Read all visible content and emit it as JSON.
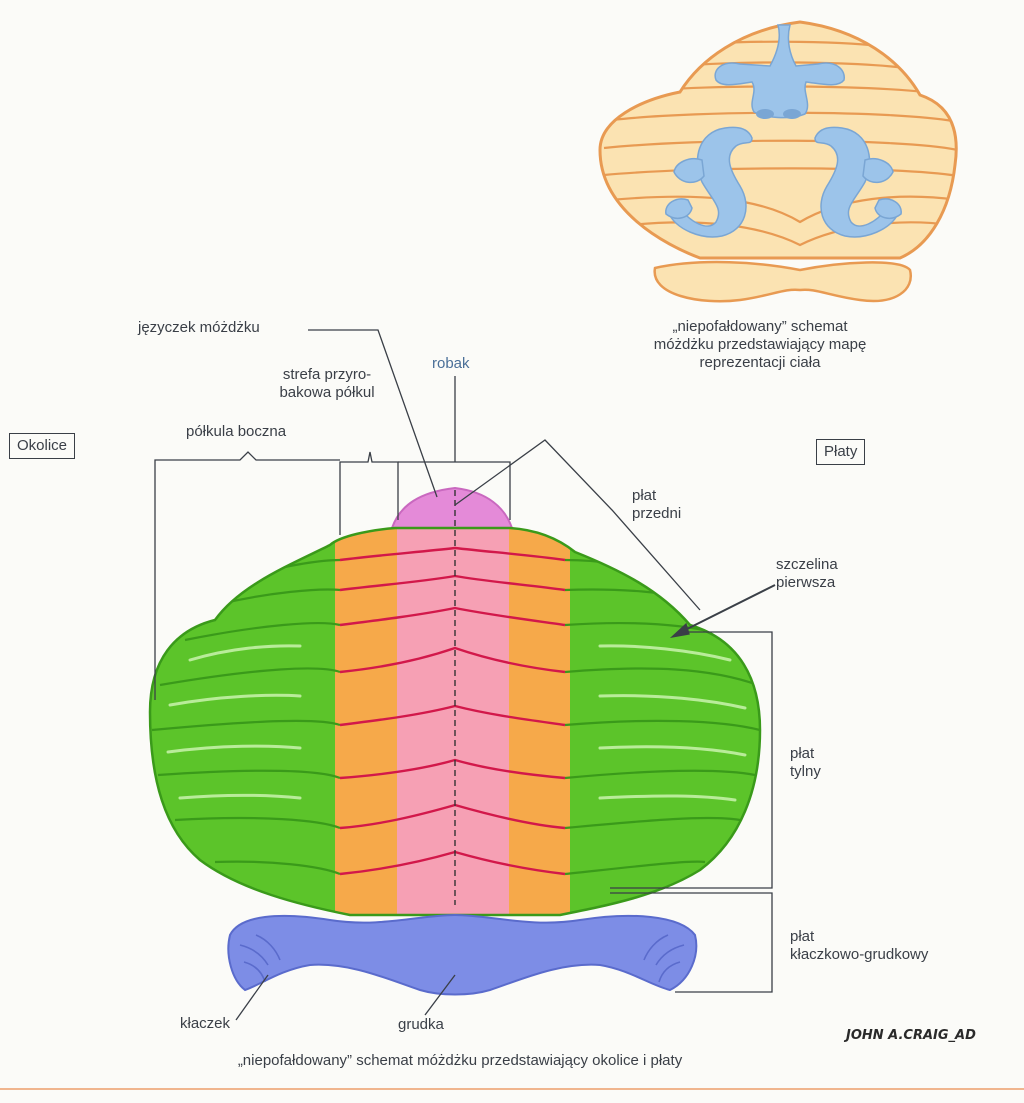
{
  "labels": {
    "jezyczek": "języczek móżdżku",
    "strefa_1": "strefa przyro-",
    "strefa_2": "bakowa półkul",
    "robak": "robak",
    "polkula": "półkula boczna",
    "okolice": "Okolice",
    "platy": "Płaty",
    "plat_przedni_1": "płat",
    "plat_przedni_2": "przedni",
    "szczelina_1": "szczelina",
    "szczelina_2": "pierwsza",
    "plat_tylny_1": "płat",
    "plat_tylny_2": "tylny",
    "plat_klacz_1": "płat",
    "plat_klacz_2": "kłaczkowo-grudkowy",
    "klaczek": "kłaczek",
    "grudka": "grudka"
  },
  "inset_caption": {
    "line1": "„niepofałdowany” schemat",
    "line2": "móżdżku przedstawiający mapę",
    "line3": "reprezentacji ciała"
  },
  "caption": "„niepofałdowany” schemat móżdżku przedstawiający okolice i płaty",
  "signature": "JOHN A.CRAIG_AD",
  "colors": {
    "hemisphere": "#5cc42a",
    "paravermal": "#f6a94a",
    "vermis": "#f6a0b4",
    "flocculonodular": "#7d8de6",
    "lingula": "#e48ad8",
    "inset_fill": "#fbe3b2",
    "inset_outline": "#e89a52",
    "inset_figure": "#9cc4ea"
  }
}
